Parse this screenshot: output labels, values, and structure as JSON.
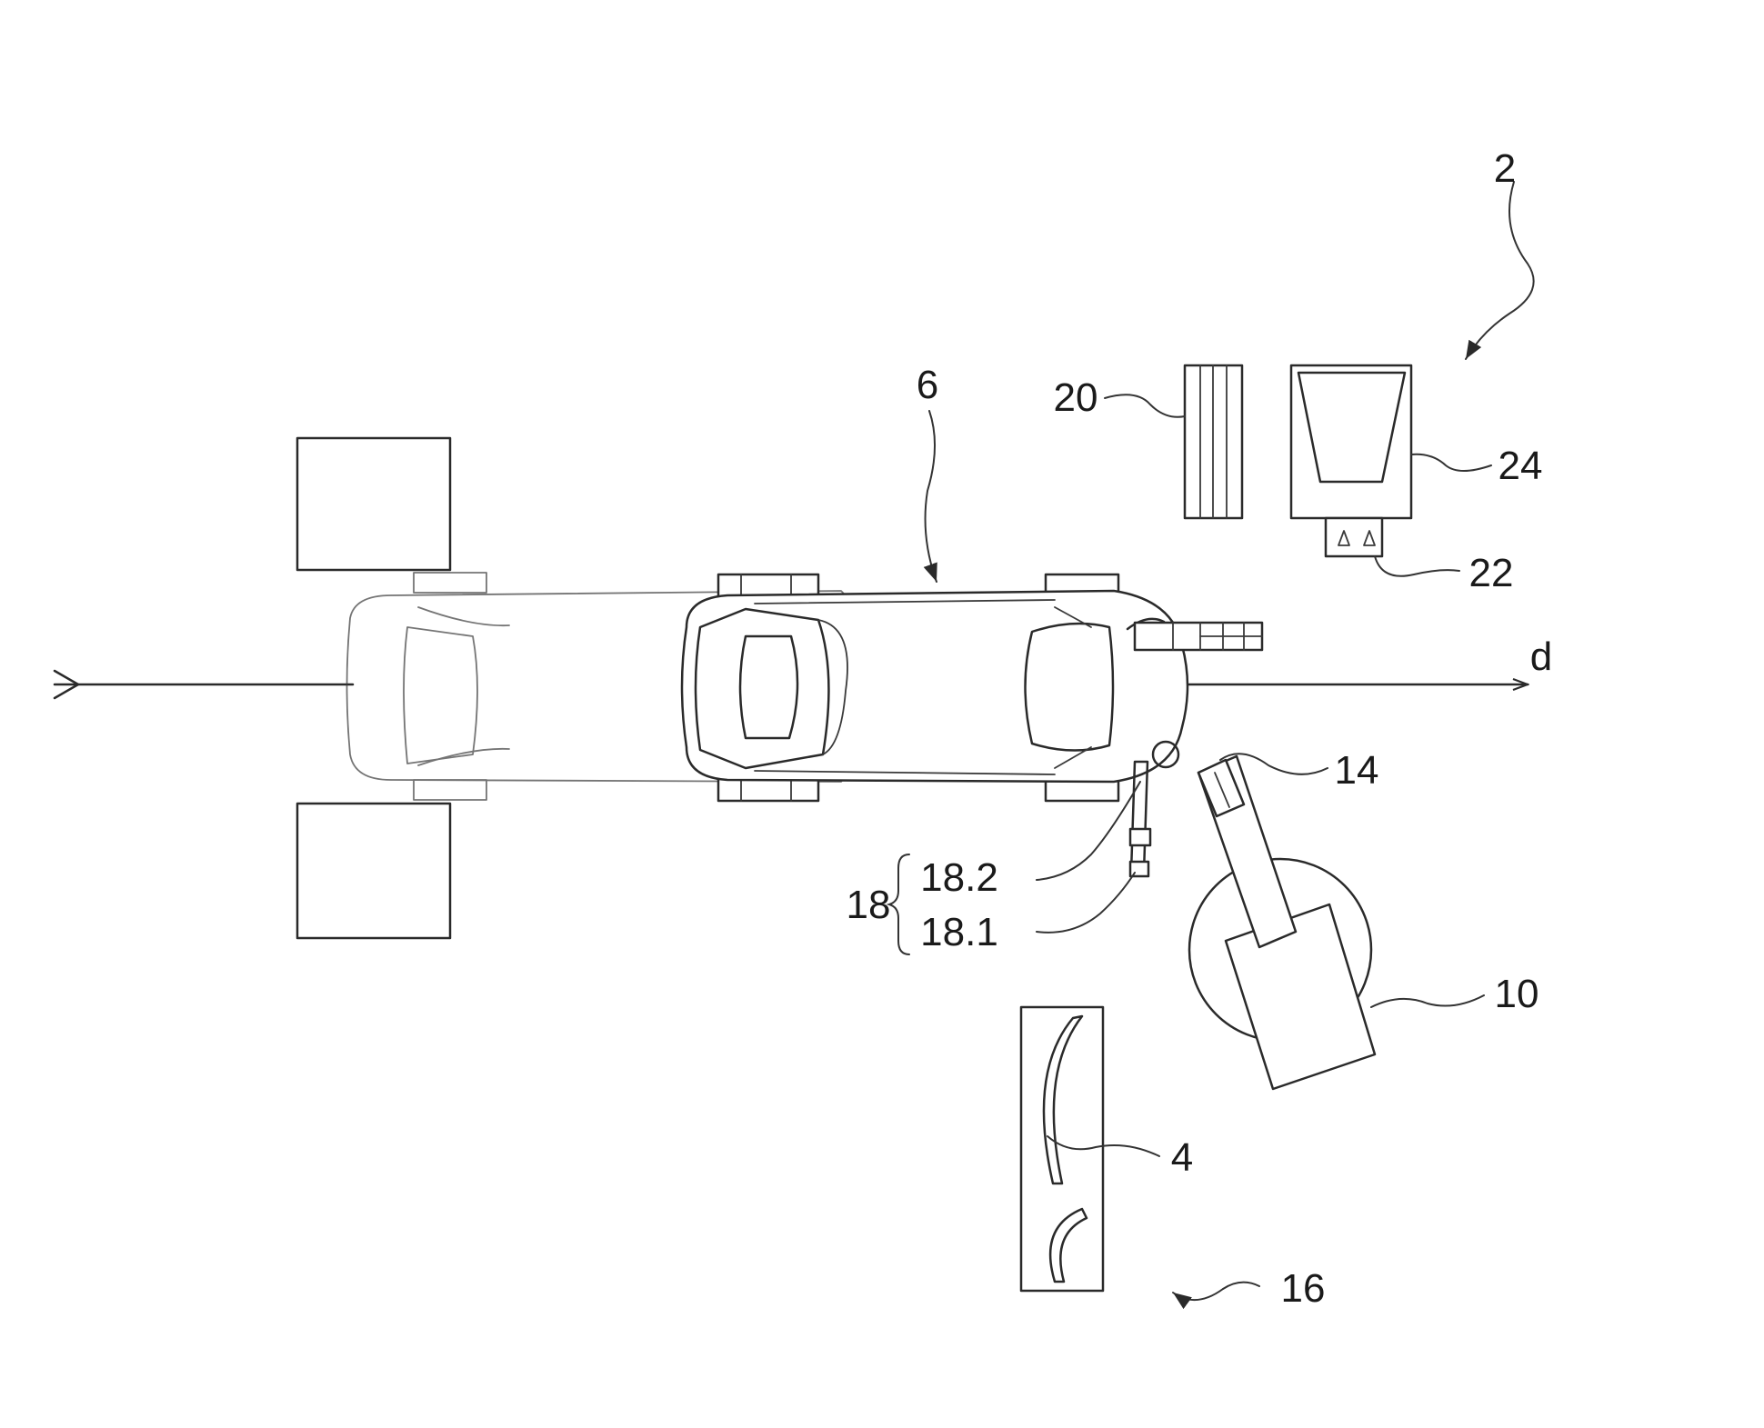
{
  "labels": {
    "installation": "2",
    "vehicle": "6",
    "unit_20": "20",
    "unit_24": "24",
    "unit_22": "22",
    "direction": "d",
    "robot_tool": "14",
    "robot": "10",
    "group_18": "18",
    "part_18_2": "18.2",
    "part_18_1": "18.1",
    "part_4": "4",
    "rack_16": "16"
  }
}
